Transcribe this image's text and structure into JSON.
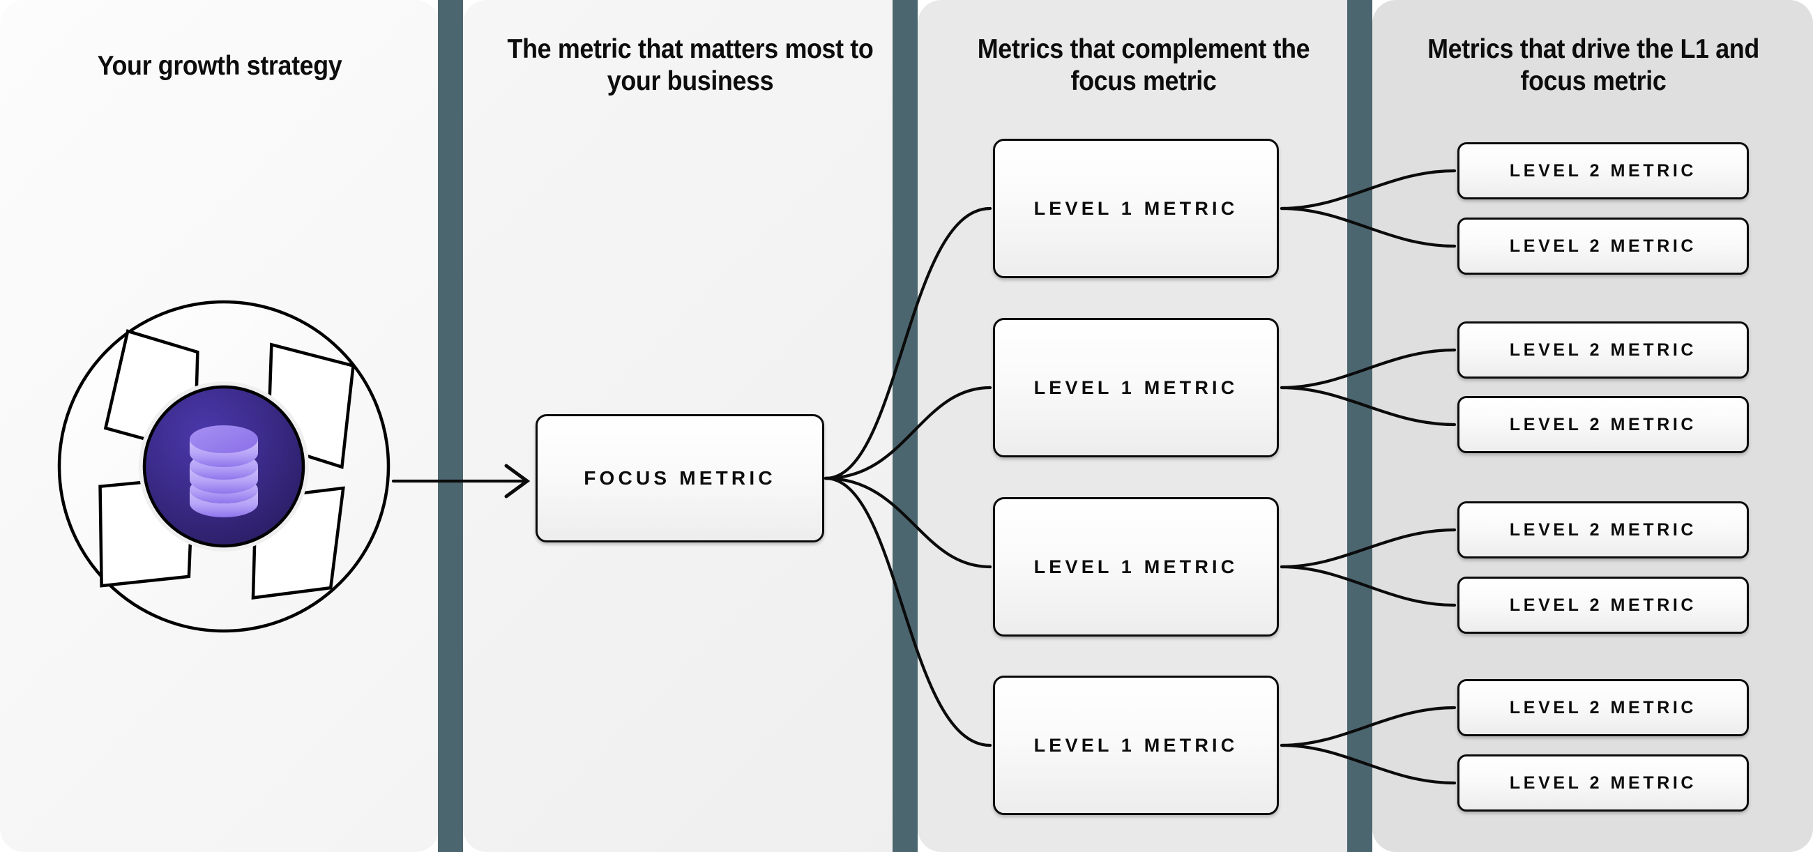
{
  "columns": [
    {
      "id": "growth-strategy",
      "title": "Your growth strategy"
    },
    {
      "id": "focus-metric",
      "title": "The metric that matters most to your business"
    },
    {
      "id": "level-1-metrics",
      "title": "Metrics that complement the focus metric"
    },
    {
      "id": "level-2-metrics",
      "title": "Metrics that drive the L1 and focus metric"
    }
  ],
  "graphic": {
    "icon_name": "database-icon",
    "inner_circle_color": "#3a2a86",
    "icon_color": "#b9a8f5",
    "outline_color": "#000000"
  },
  "focus": {
    "label": "FOCUS METRIC"
  },
  "level1": [
    {
      "label": "LEVEL 1 METRIC"
    },
    {
      "label": "LEVEL 1 METRIC"
    },
    {
      "label": "LEVEL 1 METRIC"
    },
    {
      "label": "LEVEL 1 METRIC"
    }
  ],
  "level2": [
    {
      "label": "LEVEL 2 METRIC"
    },
    {
      "label": "LEVEL 2 METRIC"
    },
    {
      "label": "LEVEL 2 METRIC"
    },
    {
      "label": "LEVEL 2 METRIC"
    },
    {
      "label": "LEVEL 2 METRIC"
    },
    {
      "label": "LEVEL 2 METRIC"
    },
    {
      "label": "LEVEL 2 METRIC"
    },
    {
      "label": "LEVEL 2 METRIC"
    }
  ],
  "colors": {
    "divider": "#4c6670",
    "panel_1": "#f9f9f9",
    "panel_2": "#f2f2f2",
    "panel_3": "#e9e9e9",
    "panel_4": "#dfdfdf",
    "box_border": "#0b0b0b",
    "text": "#0d0d0d"
  }
}
